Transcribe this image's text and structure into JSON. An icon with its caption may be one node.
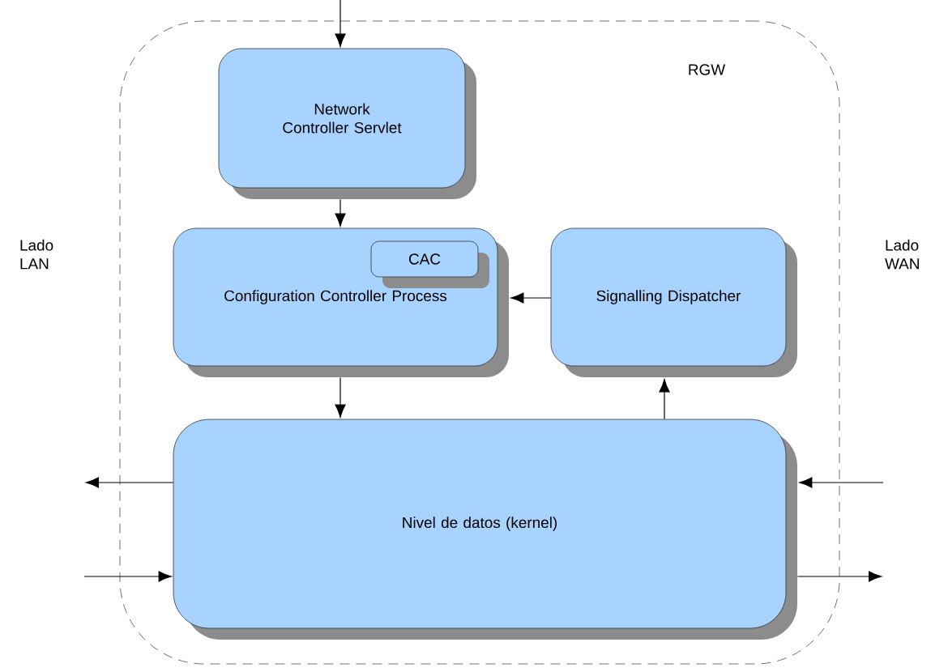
{
  "diagram": {
    "nodes": [
      {
        "text": [
          "RGW"
        ]
      },
      {
        "text": [
          "Network Controller Servlet"
        ],
        "in": 0
      },
      {
        "text": [
          "Configuration Controller Process"
        ],
        "in": 0
      },
      {
        "text": [
          "CAC"
        ],
        "in": 2
      },
      {
        "text": [
          "Signalling Dispatcher"
        ],
        "in": 0
      },
      {
        "text": [
          "Nivel de datos (kernel)"
        ],
        "in": 0
      }
    ],
    "edges": [
      {
        "from": null,
        "to": 1,
        "arrow": "to"
      },
      {
        "from": 1,
        "to": 2,
        "arrow": "to"
      },
      {
        "from": 4,
        "to": 2,
        "arrow": "to"
      },
      {
        "from": 2,
        "to": 5,
        "arrow": "to"
      },
      {
        "from": 5,
        "to": 4,
        "arrow": "to"
      },
      {
        "from": 5,
        "to": null,
        "arrow": "to"
      },
      {
        "from": null,
        "to": 5,
        "arrow": "to"
      },
      {
        "from": null,
        "to": 5,
        "arrow": "to"
      },
      {
        "from": 5,
        "to": null,
        "arrow": "to"
      }
    ],
    "labels": [
      "Lado LAN",
      "Lado WAN"
    ]
  }
}
